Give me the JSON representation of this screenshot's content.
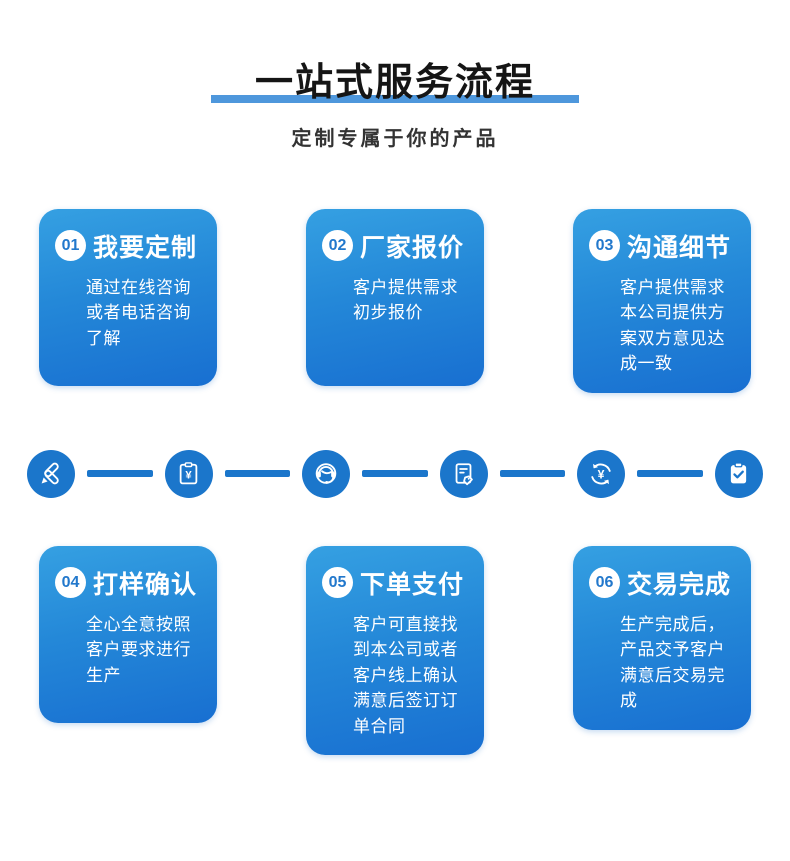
{
  "header": {
    "title": "一站式服务流程",
    "subtitle": "定制专属于你的产品"
  },
  "steps": [
    {
      "num": "01",
      "title": "我要定制",
      "desc": "通过在线咨询或者电话咨询了解"
    },
    {
      "num": "02",
      "title": "厂家报价",
      "desc": "客户提供需求初步报价"
    },
    {
      "num": "03",
      "title": "沟通细节",
      "desc": "客户提供需求本公司提供方案双方意见达成一致"
    },
    {
      "num": "04",
      "title": "打样确认",
      "desc": "全心全意按照客户要求进行生产"
    },
    {
      "num": "05",
      "title": "下单支付",
      "desc": "客户可直接找到本公司或者客户线上确认满意后签订订单合同"
    },
    {
      "num": "06",
      "title": "交易完成",
      "desc": "生产完成后，产品交予客户满意后交易完成"
    }
  ],
  "flow_icons": [
    "design-tools-icon",
    "quote-clipboard-icon",
    "customer-service-icon",
    "contract-tag-icon",
    "payment-refresh-icon",
    "completed-clipboard-icon"
  ],
  "icon_symbols": {
    "currency": "¥"
  },
  "colors": {
    "title_underline": "#4e97dc",
    "icon_blue": "#1b76cb",
    "card_gradient_top": "#35a0e2",
    "card_gradient_bottom": "#186fd1",
    "badge_number": "#2278cc",
    "title_text": "#151515",
    "subtitle_text": "#333333"
  }
}
